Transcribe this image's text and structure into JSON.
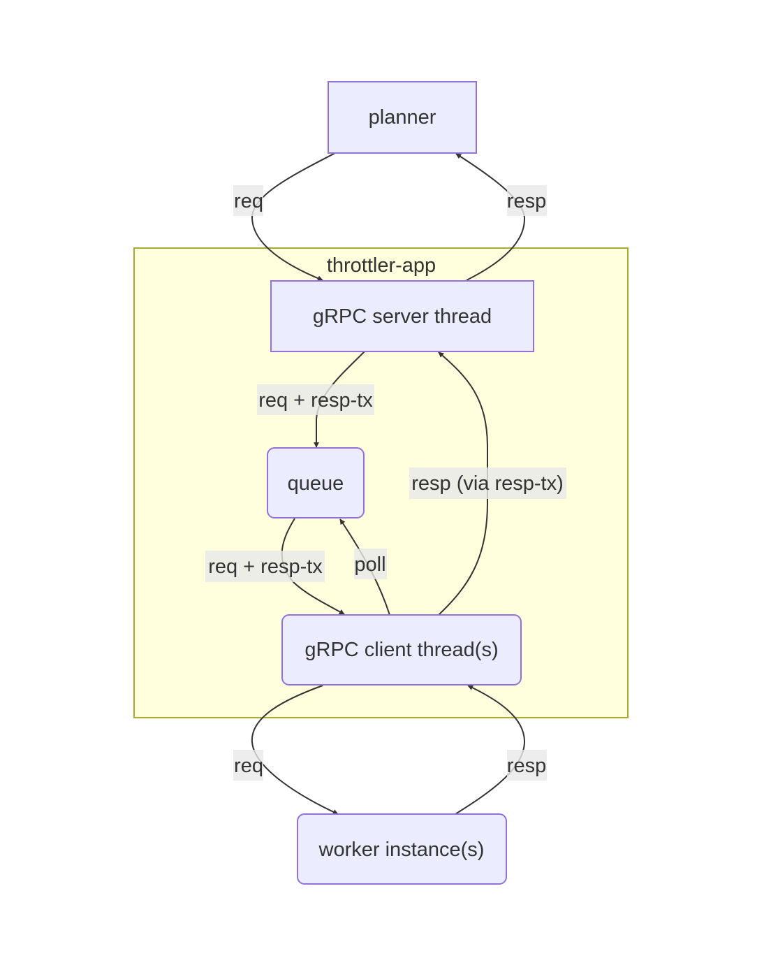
{
  "diagram": {
    "type": "flowchart",
    "direction": "top-down",
    "colors": {
      "node_fill": "#ECECFF",
      "node_stroke": "#9370DB",
      "cluster_fill": "#ffffde",
      "cluster_stroke": "#aaaa33",
      "edge": "#333333",
      "label_bg": "#e8e8e8",
      "text": "#333333"
    },
    "cluster": {
      "id": "throttler-app",
      "label": "throttler-app"
    },
    "nodes": {
      "planner": {
        "label": "planner",
        "shape": "rect"
      },
      "server": {
        "label": "gRPC server thread",
        "shape": "rect"
      },
      "queue": {
        "label": "queue",
        "shape": "round"
      },
      "client": {
        "label": "gRPC client thread(s)",
        "shape": "round"
      },
      "worker": {
        "label": "worker instance(s)",
        "shape": "round"
      }
    },
    "edges": [
      {
        "from": "planner",
        "to": "server",
        "label": "req"
      },
      {
        "from": "server",
        "to": "planner",
        "label": "resp"
      },
      {
        "from": "server",
        "to": "queue",
        "label": "req + resp-tx"
      },
      {
        "from": "client",
        "to": "server",
        "label": "resp (via resp-tx)"
      },
      {
        "from": "queue",
        "to": "client",
        "label": "req + resp-tx"
      },
      {
        "from": "client",
        "to": "queue",
        "label": "poll"
      },
      {
        "from": "client",
        "to": "worker",
        "label": "req"
      },
      {
        "from": "worker",
        "to": "client",
        "label": "resp"
      }
    ]
  }
}
